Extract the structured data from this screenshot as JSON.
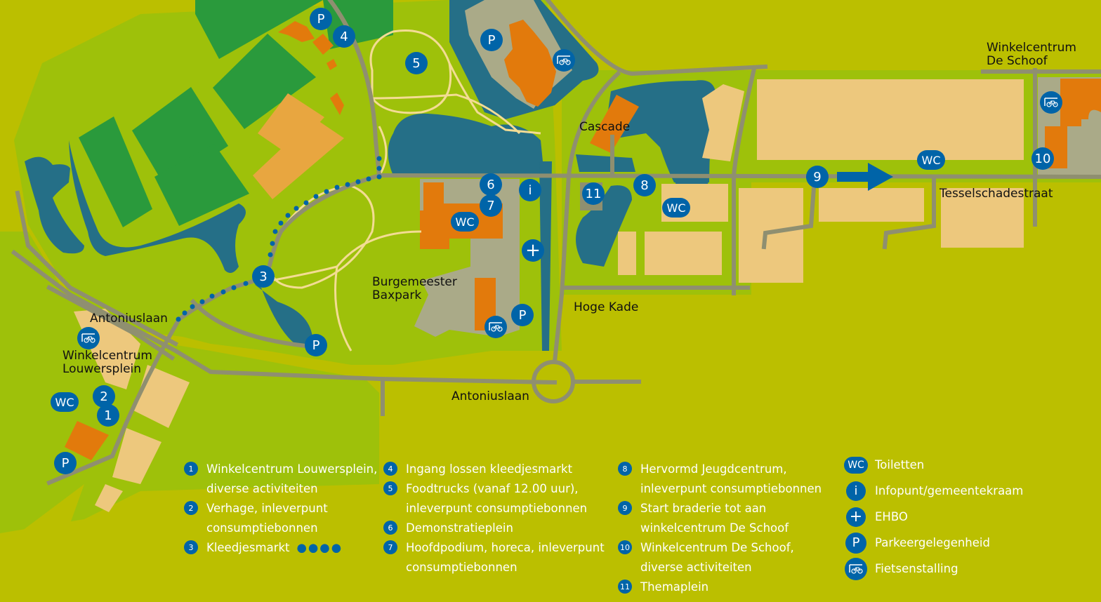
{
  "map": {
    "colors": {
      "background": "#bbbf00",
      "park_green": "#9ec10a",
      "sports_field": "#2a9a3c",
      "water": "#256f87",
      "road": "#8f8f70",
      "building_orange": "#e27a0c",
      "building_sand": "#edc87d",
      "sport_sand": "#e8a640",
      "paved": "#aaaa88",
      "path": "#f3dc94",
      "marker_blue": "#0064a8"
    },
    "place_labels": [
      {
        "id": "antoniuslaan-west",
        "text": "Antoniuslaan"
      },
      {
        "id": "winkelcentrum-louwersplein",
        "text": "Winkelcentrum\nLouwersplein"
      },
      {
        "id": "burgemeester-baxpark",
        "text": "Burgemeester\nBaxpark"
      },
      {
        "id": "antoniuslaan-south",
        "text": "Antoniuslaan"
      },
      {
        "id": "hoge-kade",
        "text": "Hoge Kade"
      },
      {
        "id": "cascade",
        "text": "Cascade"
      },
      {
        "id": "tesselschadestraat",
        "text": "Tesselschadestraat"
      },
      {
        "id": "winkelcentrum-de-schoof",
        "text": "Winkelcentrum\nDe Schoof"
      }
    ],
    "markers": {
      "numbers": [
        "1",
        "2",
        "3",
        "4",
        "5",
        "6",
        "7",
        "8",
        "9",
        "10",
        "11"
      ],
      "wc": "WC",
      "info": "i",
      "first_aid": "+",
      "parking": "P"
    }
  },
  "legend": {
    "numbered": [
      {
        "num": "1",
        "lines": [
          "Winkelcentrum Louwersplein,",
          "diverse activiteiten"
        ]
      },
      {
        "num": "2",
        "lines": [
          "Verhage, inleverpunt",
          "consumptiebonnen"
        ]
      },
      {
        "num": "3",
        "lines": [
          "Kleedjesmarkt"
        ],
        "extra": "●●●●"
      },
      {
        "num": "4",
        "lines": [
          "Ingang lossen kleedjesmarkt"
        ]
      },
      {
        "num": "5",
        "lines": [
          "Foodtrucks (vanaf 12.00 uur),",
          "inleverpunt consumptiebonnen"
        ]
      },
      {
        "num": "6",
        "lines": [
          "Demonstratieplein"
        ]
      },
      {
        "num": "7",
        "lines": [
          "Hoofdpodium, horeca, inleverpunt",
          "consumptiebonnen"
        ]
      },
      {
        "num": "8",
        "lines": [
          "Hervormd Jeugdcentrum,",
          "inleverpunt consumptiebonnen"
        ]
      },
      {
        "num": "9",
        "lines": [
          "Start braderie tot aan",
          "winkelcentrum De Schoof"
        ]
      },
      {
        "num": "10",
        "lines": [
          "Winkelcentrum De Schoof,",
          "diverse activiteiten"
        ]
      },
      {
        "num": "11",
        "lines": [
          "Themaplein"
        ]
      }
    ],
    "symbols": [
      {
        "icon": "wc-icon",
        "glyph": "WC",
        "label": "Toiletten"
      },
      {
        "icon": "info-icon",
        "glyph": "i",
        "label": "Infopunt/gemeentekraam"
      },
      {
        "icon": "first-aid-icon",
        "glyph": "+",
        "label": "EHBO"
      },
      {
        "icon": "parking-icon",
        "glyph": "P",
        "label": "Parkeergelegenheid"
      },
      {
        "icon": "bicycle-shed-icon",
        "glyph": "",
        "label": "Fietsenstalling"
      }
    ]
  }
}
